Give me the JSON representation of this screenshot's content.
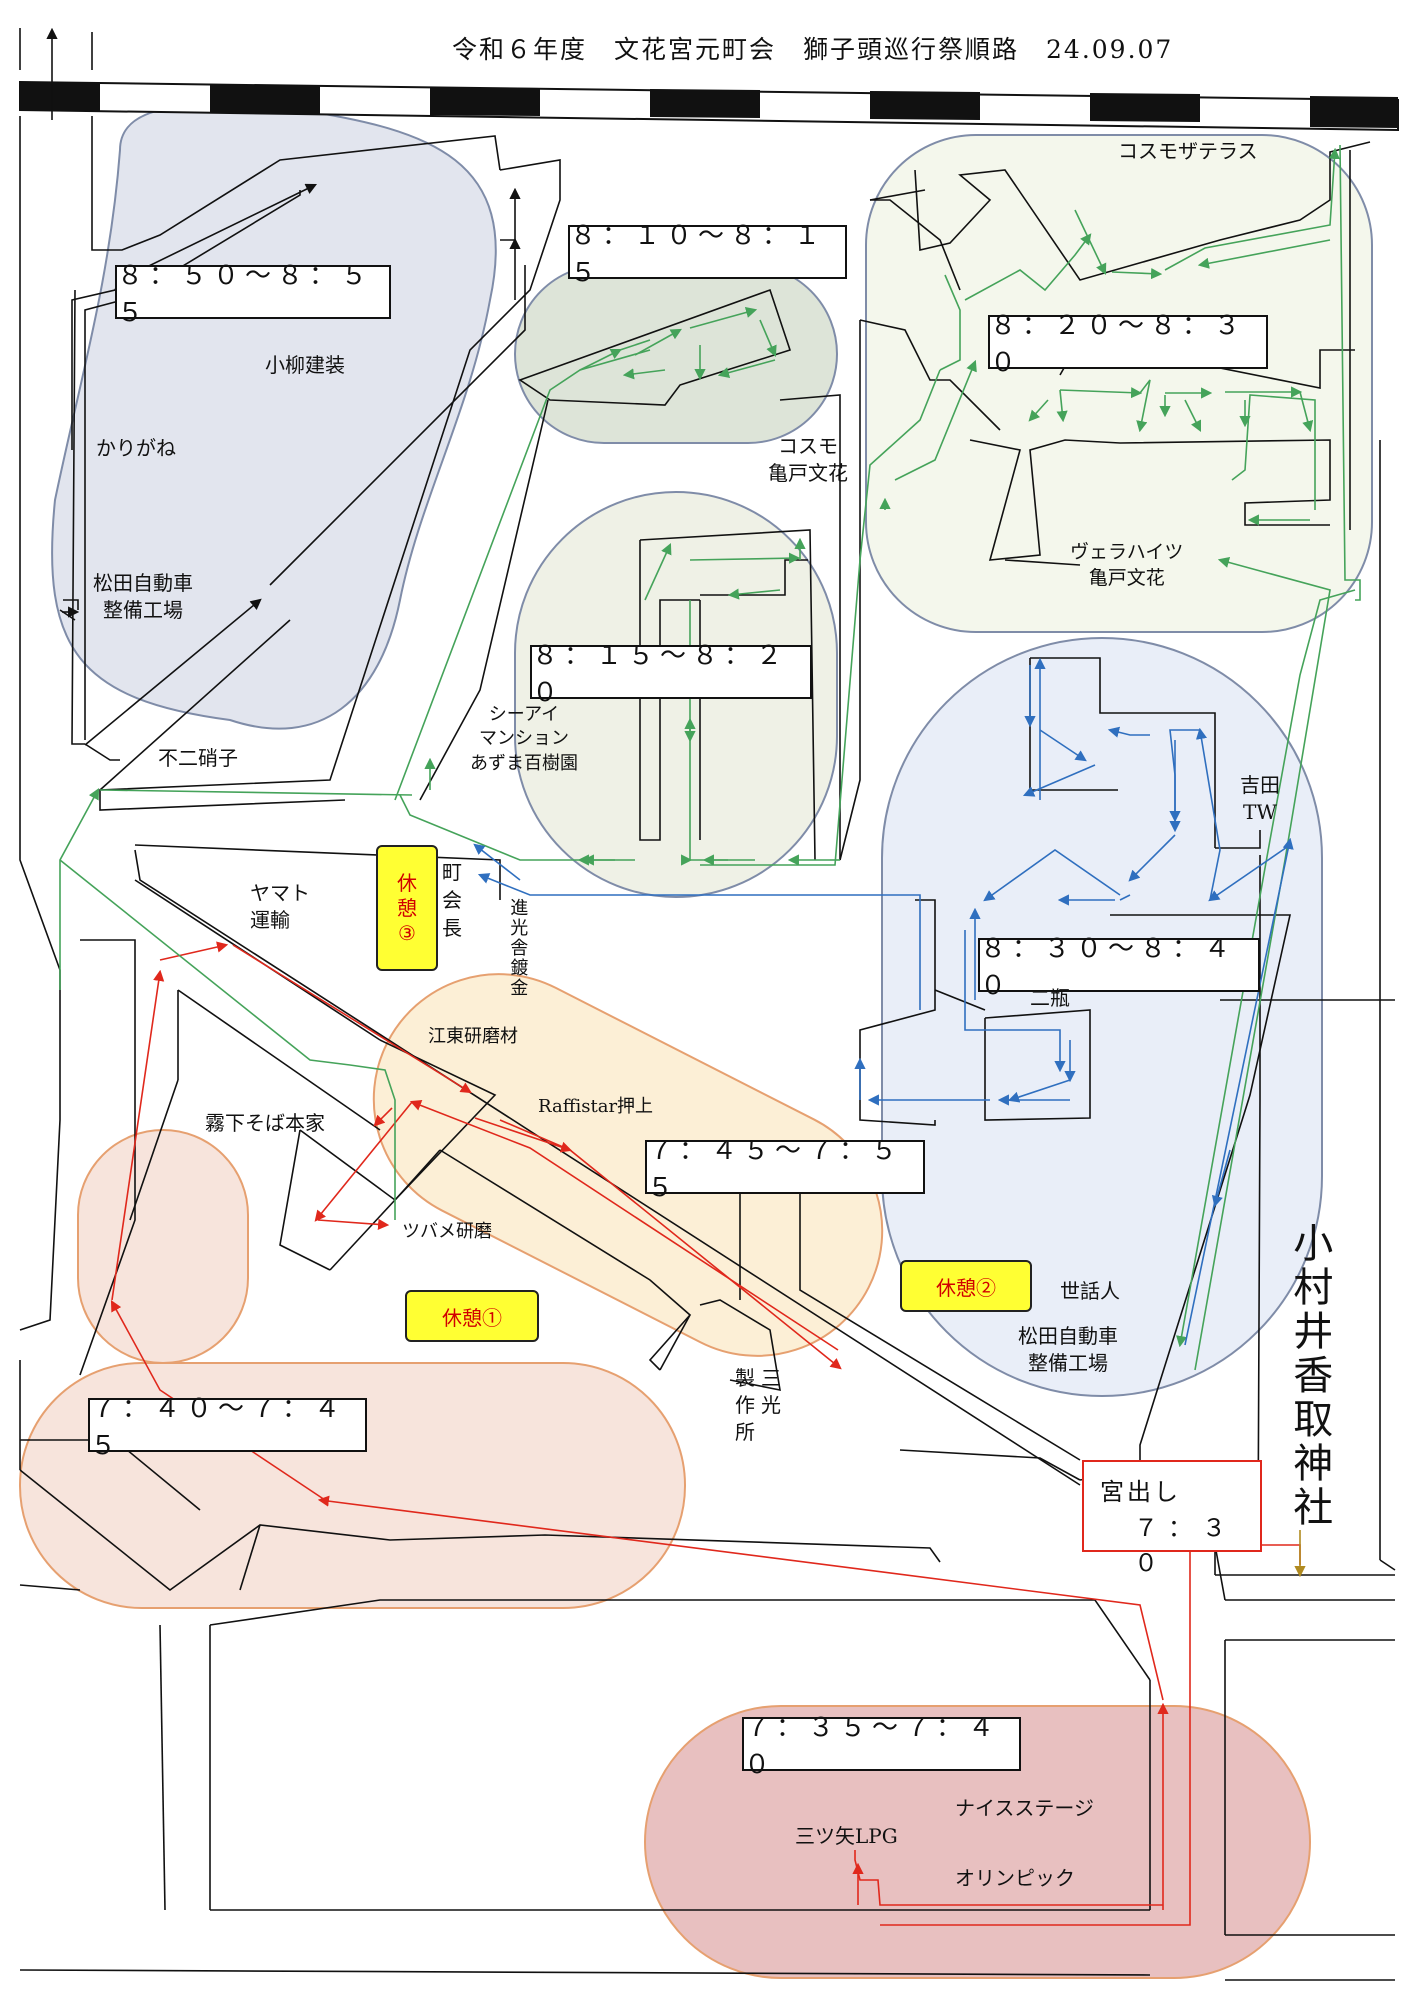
{
  "title": "令和６年度　文花宮元町会　獅子頭巡行祭順路　24.09.07",
  "colors": {
    "route_red": "#e0281c",
    "route_green": "#45a35a",
    "route_blue": "#2f6fbf",
    "area_1": "#e8c0c0",
    "area_2": "#f7e4dc",
    "area_3": "#fcefd6",
    "area_4": "#e9eef8",
    "area_5": "#f4f7ec",
    "area_6": "#dde4d8",
    "area_7": "#eff1e6",
    "area_8": "#e2e5ee",
    "rest_fill": "#ffff33",
    "rest_text": "#d10000"
  },
  "time_slots": {
    "slot_0735": "７：３５〜７：４０",
    "slot_0740": "７：４０〜７：４５",
    "slot_0745": "７：４５〜７：５５",
    "slot_0810": "８：１０〜８：１５",
    "slot_0815": "８：１５〜８：２０",
    "slot_0820": "８：２０〜８：３０",
    "slot_0830": "８：３０〜８：４０",
    "slot_0850": "８：５０〜８：５５"
  },
  "departure": {
    "line1": "宮出し",
    "line2": "７：３０"
  },
  "rest_stops": {
    "rest1": "休憩①",
    "rest2": "休憩②",
    "rest3a": "休",
    "rest3b": "憩",
    "rest3c": "③"
  },
  "shrine": "小村井香取神社",
  "places": {
    "mitsuya_lpg": "三ツ矢LPG",
    "nice_stage": "ナイスステージ",
    "olympic": "オリンピック",
    "kirishita_soba": "霧下そば本家",
    "tsubame_kenma": "ツバメ研磨",
    "sanko_seisakusho": "製三\n作光\n所",
    "raffistar": "Raffistar押上",
    "koto_kenmazai": "江東研磨材",
    "yamato_unyu": "ヤマト\n運輸",
    "chokaicho": "町\n会\n長",
    "shinko_mekki": "進光舎鍍金",
    "fuji_glass": "不二硝子",
    "matsuda_garage_west": "松田自動車\n整備工場",
    "karigane": "かりがね",
    "koyanagi": "小柳建装",
    "cosmo_kameido": "コスモ\n亀戸文花",
    "ci_mansion": "シーアイ\nマンション\nあずま百樹園",
    "cosmo_the_terrace": "コスモザテラス",
    "vera_heights": "ヴェラハイツ\n亀戸文花",
    "yoshida_tw": "吉田\nTW",
    "nihei": "二瓶",
    "sewanin": "世話人",
    "matsuda_garage_east": "松田自動車\n整備工場"
  }
}
